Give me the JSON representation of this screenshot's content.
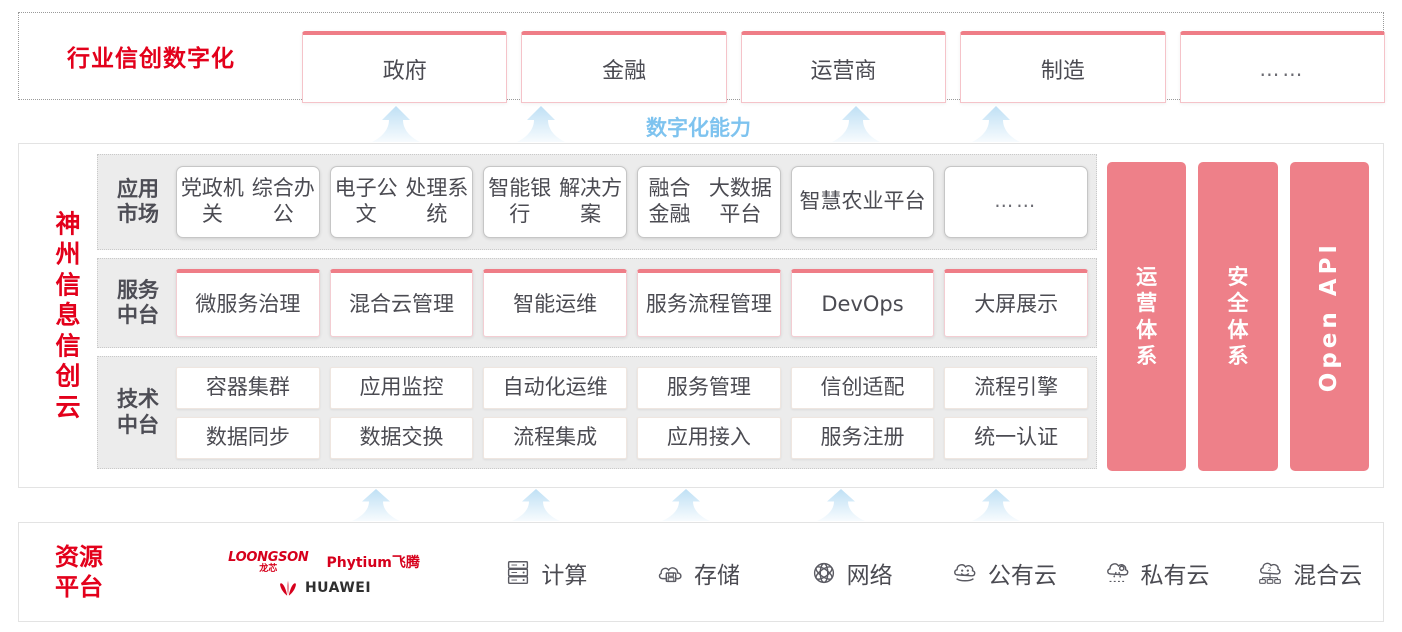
{
  "industry": {
    "title": "行业信创数字化",
    "boxes": [
      {
        "label": "政府"
      },
      {
        "label": "金融"
      },
      {
        "label": "运营商"
      },
      {
        "label": "制造"
      },
      {
        "label": "……"
      }
    ]
  },
  "capability": {
    "label": "数字化能力",
    "arrow_count": 4
  },
  "cloud": {
    "title_chars": [
      "神",
      "州",
      "信",
      "息",
      "信",
      "创",
      "云"
    ],
    "layers": [
      {
        "label_lines": [
          "应用",
          "市场"
        ],
        "name": "application-market",
        "cells": [
          {
            "lines": [
              "党政机关",
              "综合办公"
            ]
          },
          {
            "lines": [
              "电子公文",
              "处理系统"
            ]
          },
          {
            "lines": [
              "智能银行",
              "解决方案"
            ]
          },
          {
            "lines": [
              "融合金融",
              "大数据平台"
            ]
          },
          {
            "lines": [
              "智慧农业",
              "平台"
            ]
          },
          {
            "lines": [
              "……"
            ],
            "ellipsis": true
          }
        ]
      },
      {
        "label_lines": [
          "服务",
          "中台"
        ],
        "name": "service-platform",
        "cells": [
          {
            "lines": [
              "微服务",
              "治理"
            ]
          },
          {
            "lines": [
              "混合云",
              "管理"
            ]
          },
          {
            "lines": [
              "智能运维"
            ]
          },
          {
            "lines": [
              "服务流程",
              "管理"
            ]
          },
          {
            "lines": [
              "DevOps"
            ]
          },
          {
            "lines": [
              "大屏展示"
            ]
          }
        ]
      },
      {
        "label_lines": [
          "技术",
          "中台"
        ],
        "name": "technology-platform",
        "rows": [
          [
            {
              "lines": [
                "容器集群"
              ]
            },
            {
              "lines": [
                "应用监控"
              ]
            },
            {
              "lines": [
                "自动化运维"
              ]
            },
            {
              "lines": [
                "服务管理"
              ]
            },
            {
              "lines": [
                "信创适配"
              ]
            },
            {
              "lines": [
                "流程引擎"
              ]
            }
          ],
          [
            {
              "lines": [
                "数据同步"
              ]
            },
            {
              "lines": [
                "数据交换"
              ]
            },
            {
              "lines": [
                "流程集成"
              ]
            },
            {
              "lines": [
                "应用接入"
              ]
            },
            {
              "lines": [
                "服务注册"
              ]
            },
            {
              "lines": [
                "统一认证"
              ]
            }
          ]
        ]
      }
    ],
    "pillars": [
      {
        "type": "cn",
        "chars": [
          "运",
          "营",
          "体",
          "系"
        ],
        "label": "运营体系"
      },
      {
        "type": "cn",
        "chars": [
          "安",
          "全",
          "体",
          "系"
        ],
        "label": "安全体系"
      },
      {
        "type": "en",
        "label": "Open API"
      }
    ]
  },
  "resource_gap": {
    "arrow_count": 5
  },
  "resource": {
    "title_lines": [
      "资源",
      "平台"
    ],
    "vendors": [
      {
        "name": "loongson",
        "en": "LOONGSON",
        "cn": "龙芯"
      },
      {
        "name": "phytium",
        "text": "Phytium飞腾"
      },
      {
        "name": "huawei",
        "text": "HUAWEI"
      }
    ],
    "items": [
      {
        "icon": "server-icon",
        "label": "计算"
      },
      {
        "icon": "cloud-storage-icon",
        "label": "存储"
      },
      {
        "icon": "network-mesh-icon",
        "label": "网络"
      },
      {
        "icon": "public-cloud-icon",
        "label": "公有云"
      },
      {
        "icon": "private-cloud-icon",
        "label": "私有云"
      },
      {
        "icon": "hybrid-cloud-icon",
        "label": "混合云"
      }
    ]
  },
  "colors": {
    "brand_red": "#e3001b",
    "pink": "#ee8089",
    "pink_border": "#ef7d87",
    "arrow_blue": "#bfe0f5",
    "capability_blue": "#7ec3ef",
    "layer_bg": "#ececec",
    "text_dark": "#4b4b52"
  }
}
